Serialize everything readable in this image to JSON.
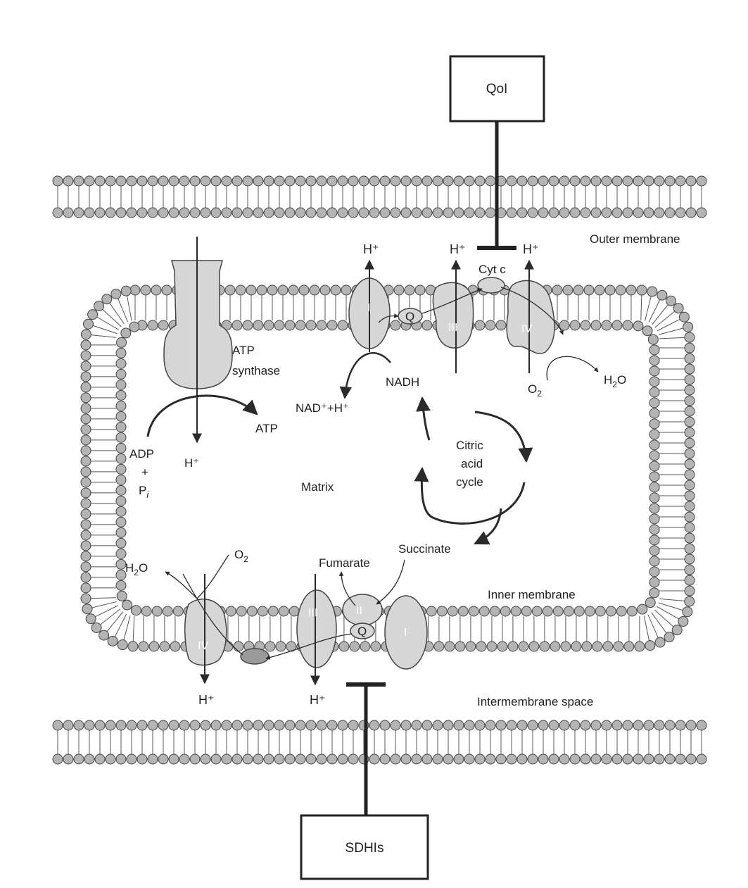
{
  "inhibitors": {
    "top": "QoI",
    "bottom": "SDHIs"
  },
  "regions": {
    "outer_membrane": "Outer membrane",
    "inner_membrane": "Inner membrane",
    "intermembrane_space": "Intermembrane space",
    "matrix": "Matrix"
  },
  "complexes": {
    "atp_synthase": [
      "ATP",
      "synthase"
    ],
    "I": "I",
    "II": "II",
    "III": "III",
    "IV": "IV",
    "Q": "Q",
    "cyt_c": "Cyt c"
  },
  "molecules": {
    "h_plus": "H⁺",
    "atp": "ATP",
    "adp": "ADP",
    "plus": "+",
    "pi_main": "P",
    "pi_sub": "i",
    "nad": "NAD⁺+H⁺",
    "nadh": "NADH",
    "h2o_main": "H",
    "h2o_sub": "2",
    "h2o_tail": "O",
    "o2_main": "O",
    "o2_sub": "2",
    "succinate": "Succinate",
    "fumarate": "Fumarate"
  },
  "cycle": [
    "Citric",
    "acid",
    "cycle"
  ],
  "colors": {
    "lipid_head": "#b4b4b4",
    "protein": "#d6d6d6",
    "cyt_c": "#9a9a9a",
    "stroke": "#333333"
  }
}
